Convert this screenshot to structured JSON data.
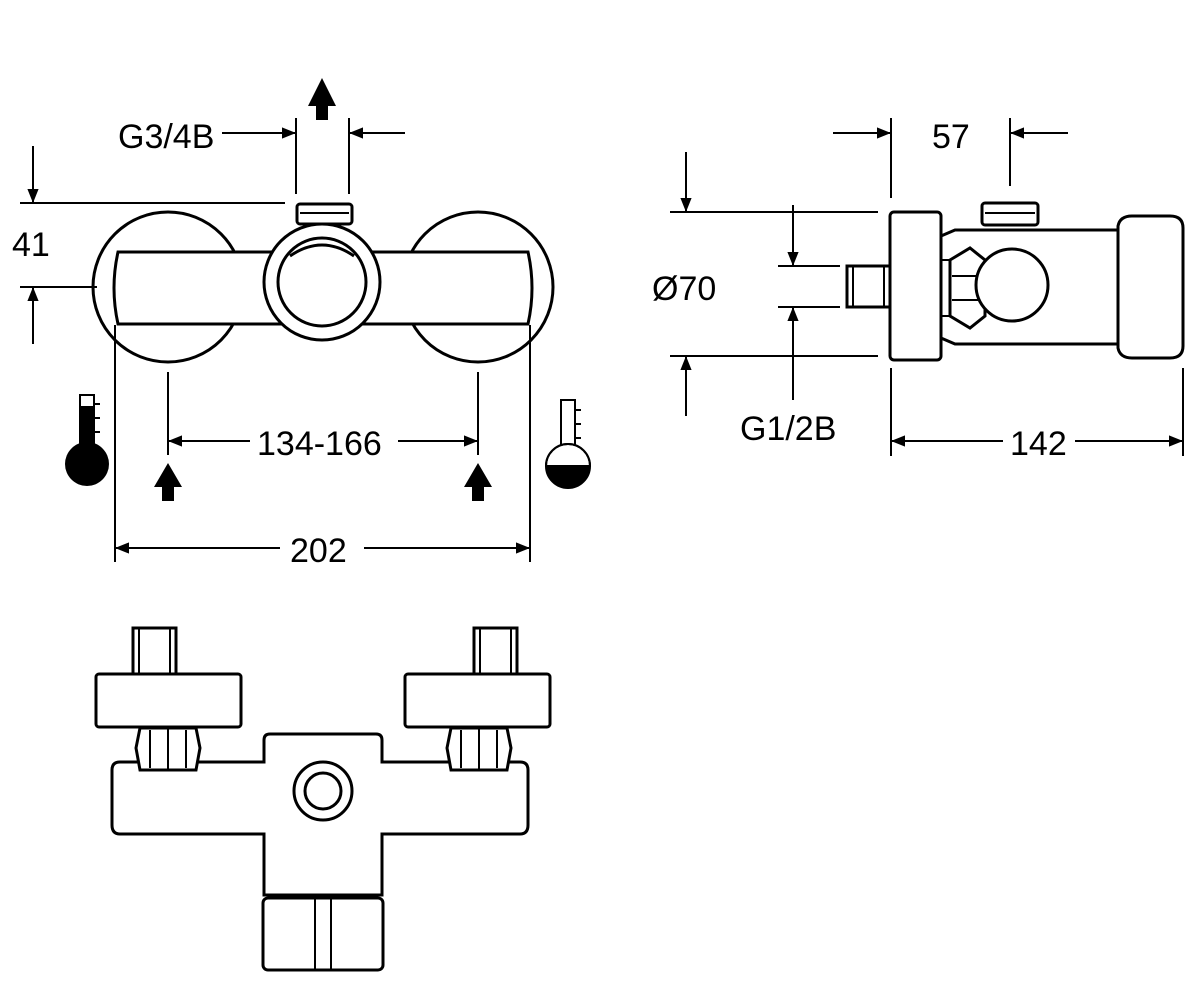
{
  "dimensions": {
    "outlet_thread": "G3/4B",
    "height": "41",
    "inlet_spacing": "134-166",
    "total_width": "202",
    "diameter": "Ø70",
    "inlet_thread": "G1/2B",
    "depth_offset": "57",
    "total_depth": "142"
  },
  "icons": {
    "hot": "thermometer-hot-icon",
    "cold": "thermometer-cold-icon",
    "flow": "flow-arrow-icon"
  }
}
